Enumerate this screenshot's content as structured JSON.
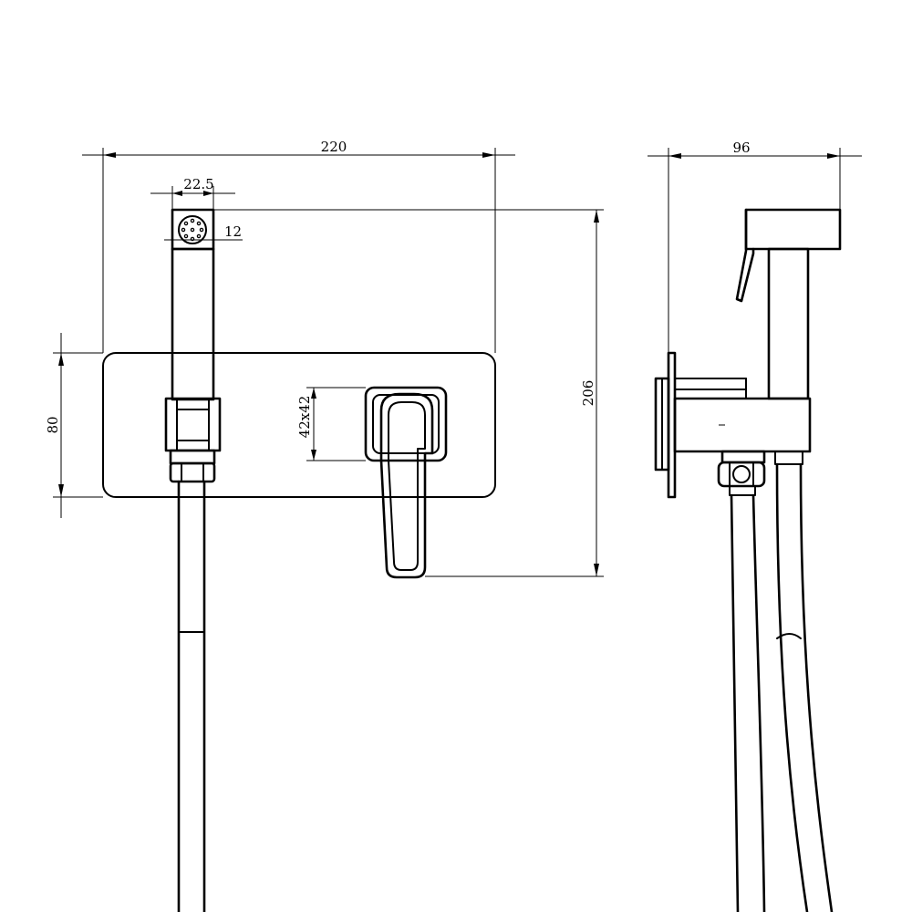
{
  "dimensions": {
    "total_width": "220",
    "spray_head_width": "22.5",
    "spray_head_diameter": "12",
    "plate_height": "80",
    "lever_size": "42x42",
    "total_height": "206",
    "side_depth": "96"
  }
}
